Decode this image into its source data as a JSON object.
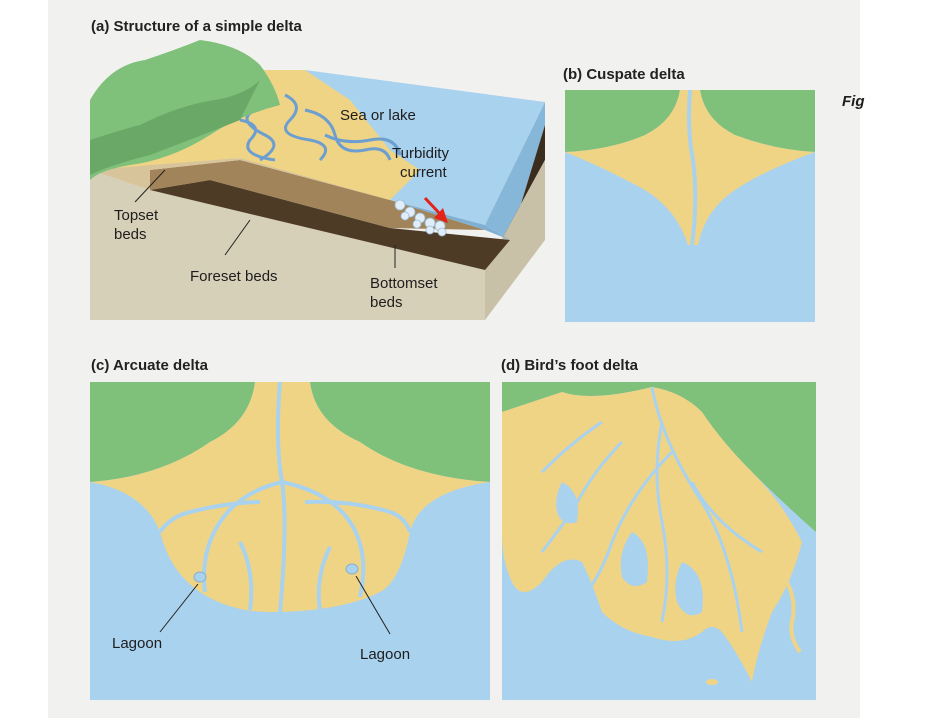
{
  "panels": {
    "a": {
      "heading": "(a) Structure of a simple delta",
      "labels": {
        "sea": "Sea or lake",
        "turbidity_1": "Turbidity",
        "turbidity_2": "current",
        "topset_1": "Topset",
        "topset_2": "beds",
        "foreset": "Foreset beds",
        "bottomset_1": "Bottomset",
        "bottomset_2": "beds"
      }
    },
    "b": {
      "heading": "(b) Cuspate delta"
    },
    "c": {
      "heading": "(c) Arcuate delta",
      "labels": {
        "lagoon_left": "Lagoon",
        "lagoon_right": "Lagoon"
      }
    },
    "d": {
      "heading": "(d) Bird’s foot delta"
    }
  },
  "margin_text": "Fig",
  "colors": {
    "water": "#a9d2ef",
    "land_green": "#7fc07a",
    "sediment": "#efd486",
    "topset": "#d8c49a",
    "foreset": "#a2845a",
    "bottomset": "#4d3b26",
    "block_side": "#d7d0b8",
    "arrow": "#e2231a"
  }
}
